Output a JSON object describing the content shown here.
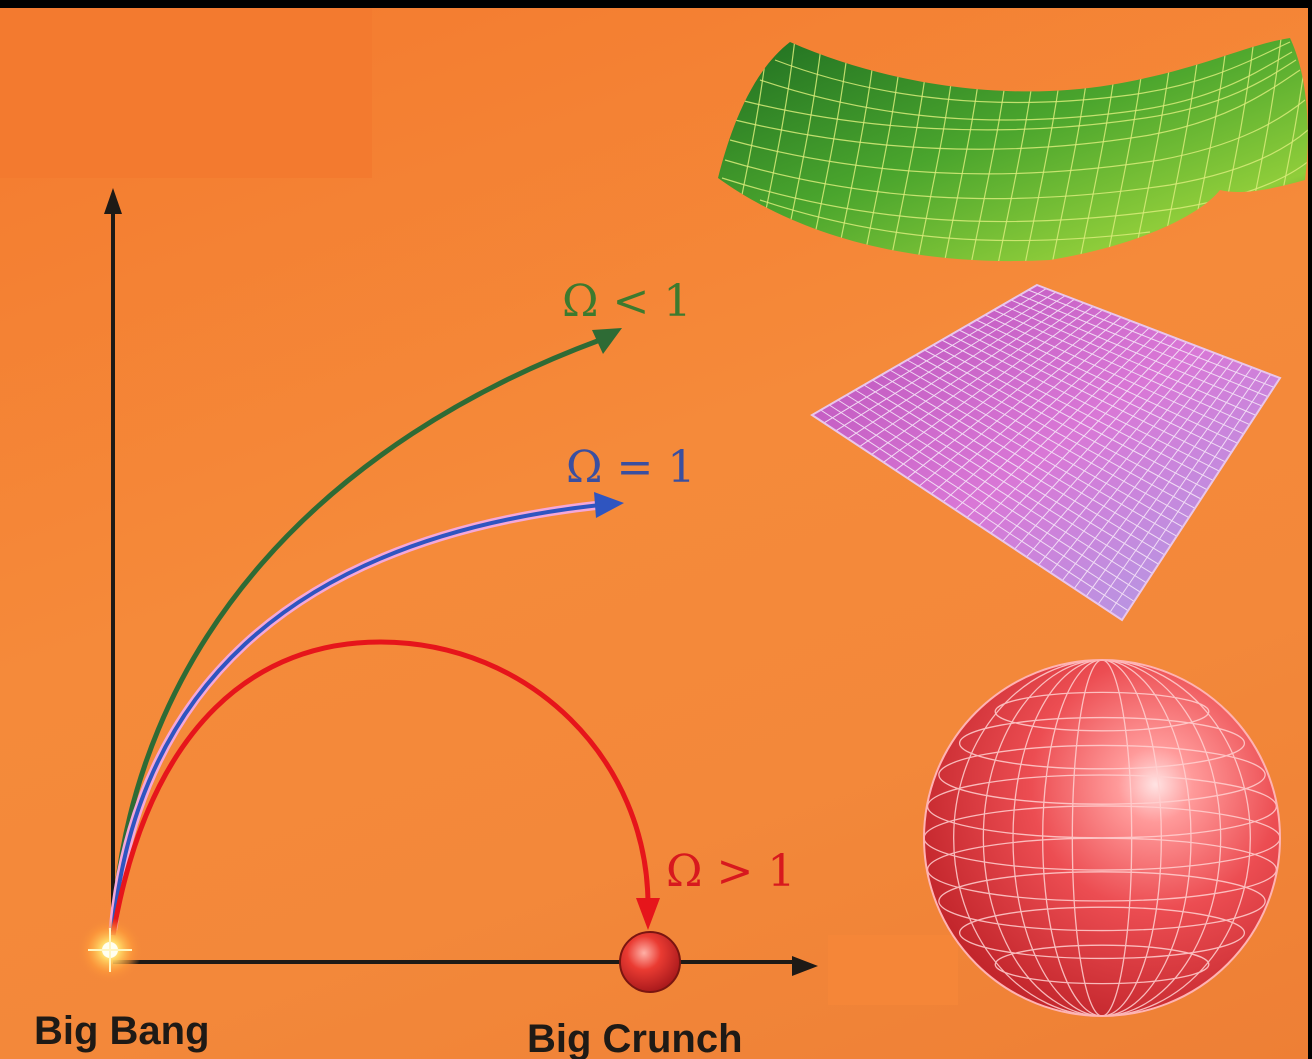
{
  "labels": {
    "omega_less": "Ω < 1",
    "omega_equal": "Ω = 1",
    "omega_greater": "Ω > 1",
    "big_bang": "Big Bang",
    "big_crunch": "Big Crunch"
  },
  "colors": {
    "background": "#f5883a",
    "axis": "#1e1a16",
    "open_curve": "#2e6b35",
    "flat_curve": "#2f55c0",
    "flat_curve_glow": "#f5a7d8",
    "closed_curve": "#e6151b",
    "open_label": "#3d7a2e",
    "flat_label": "#3a4fa0",
    "closed_label": "#d7191e",
    "saddle_surface": "#3f9a2a",
    "flat_surface": "#c85fc6",
    "sphere_surface": "#e8454c"
  },
  "icons": {
    "big_bang_marker": "explosion-glow-icon",
    "big_crunch_marker": "red-ball-icon",
    "open_geometry": "saddle-surface",
    "flat_geometry": "flat-grid-surface",
    "closed_geometry": "sphere-surface"
  }
}
